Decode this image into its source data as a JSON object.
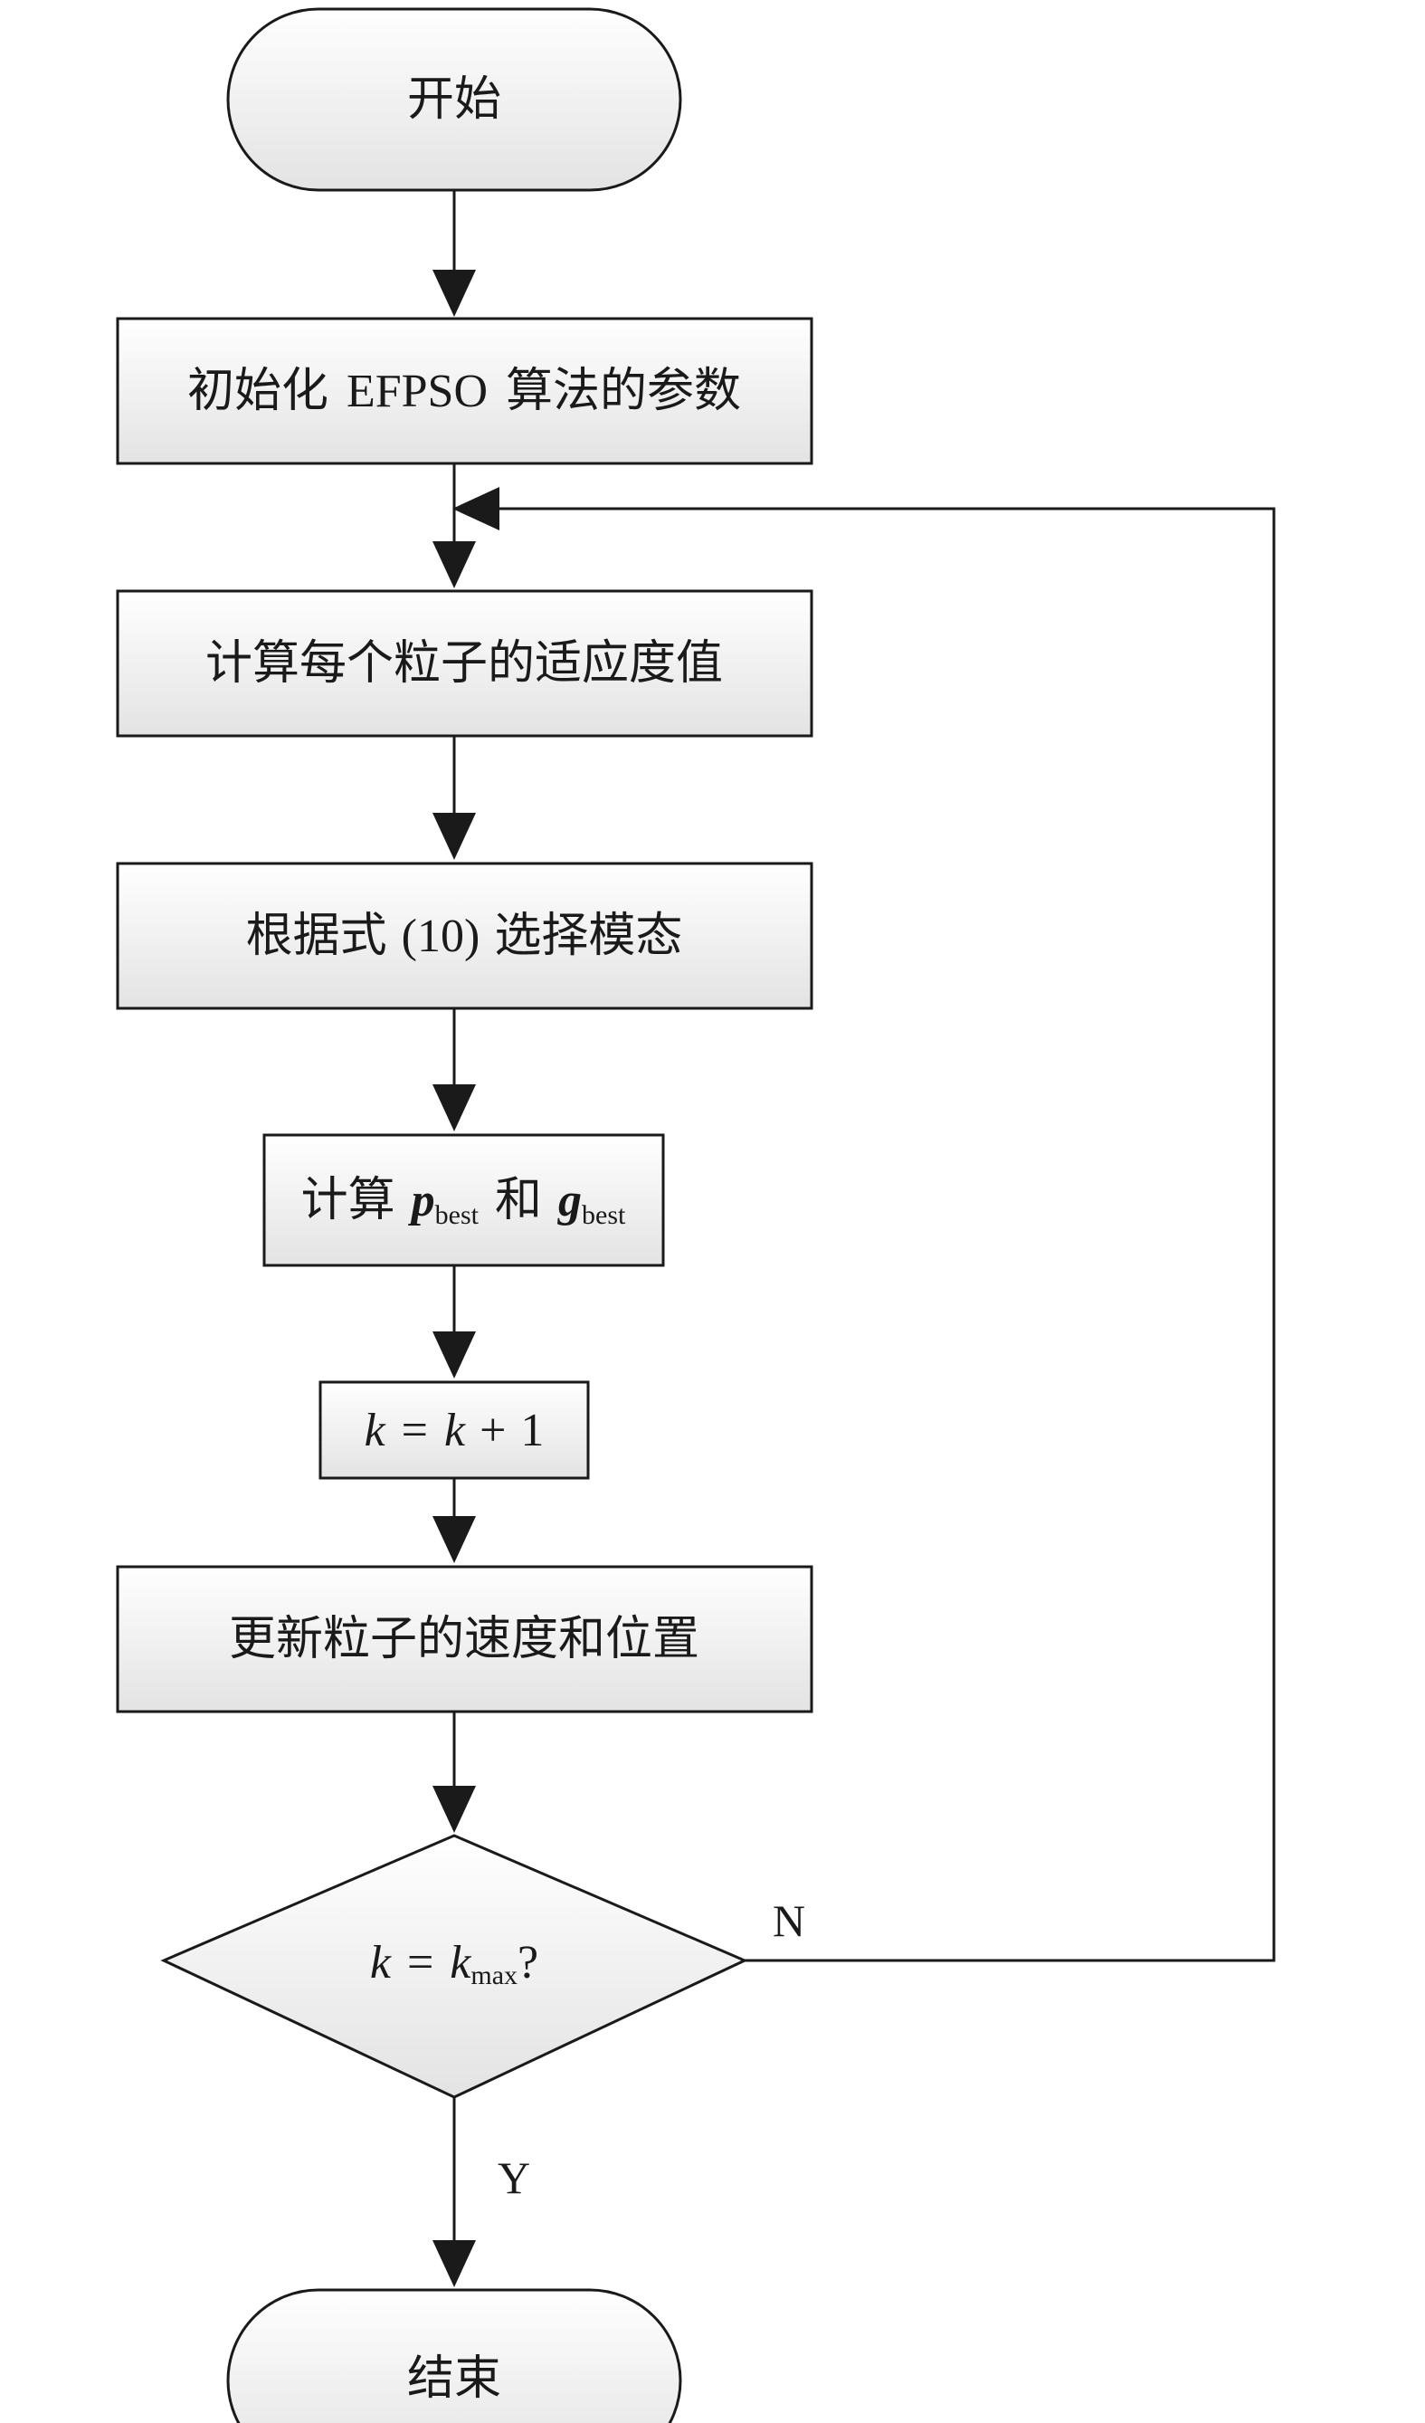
{
  "colors": {
    "stroke": "#1a1a1a",
    "box_fill_top": "#ffffff",
    "box_fill_bottom": "#e3e3e3",
    "background": "#ffffff"
  },
  "nodes": {
    "start": {
      "text": "开始"
    },
    "init": {
      "text_cn": "初始化",
      "text_acronym": "EFPSO",
      "text_tail": "算法的参数"
    },
    "fitness": {
      "text": "计算每个粒子的适应度值"
    },
    "mode": {
      "text_head": "根据式",
      "text_ref": "(10)",
      "text_tail": "选择模态"
    },
    "best": {
      "prefix": "计算",
      "p": "p",
      "and": "和",
      "g": "g",
      "sub": "best"
    },
    "increment": {
      "k1": "k",
      "eq": "=",
      "k2": "k",
      "plus": "+",
      "one": "1"
    },
    "update": {
      "text": "更新粒子的速度和位置"
    },
    "decision": {
      "k1": "k",
      "eq": "=",
      "k2": "k",
      "sub": "max",
      "q": "?"
    },
    "end": {
      "text": "结束"
    }
  },
  "edges": {
    "no_label": "N",
    "yes_label": "Y"
  }
}
